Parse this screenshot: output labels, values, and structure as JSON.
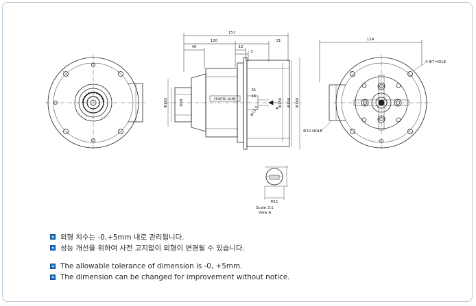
{
  "drawing": {
    "labels": {
      "dim_151": "151",
      "dim_120": "120",
      "dim_31": "31",
      "dim_40": "40",
      "dim_12": "12",
      "dim_3": "3",
      "dim_124": "124",
      "dim_31b": "31",
      "dim_16": "16",
      "dia_102": "Φ102",
      "dia_58": "Φ58",
      "dia_150": "Φ150",
      "dia_130": "Φ130",
      "dia_160": "Φ160",
      "dia_11_5": "Φ11.5",
      "dia_11": "Φ11",
      "nameplate": "PRINTED NAME",
      "point_a": "A",
      "hole_4": "4-Φ7 HOLE",
      "hole_22": "Φ22 HOLE",
      "scale": "Scale 3:1",
      "view": "View A"
    }
  },
  "notes": {
    "korean_1": "외형 치수는 -0,+5mm 내로 관리됩니다.",
    "korean_2": "성능 개선을 위하여 사전 고지없이 외형이 변경될 수 있습니다.",
    "english_1": "The allowable tolerance of dimension is -0, +5mm.",
    "english_2": "The dimension can be changed for improvement without notice."
  },
  "colors": {
    "frame_border": "#b7c7d4",
    "bullet": "#1f74c7",
    "line": "#222222"
  }
}
